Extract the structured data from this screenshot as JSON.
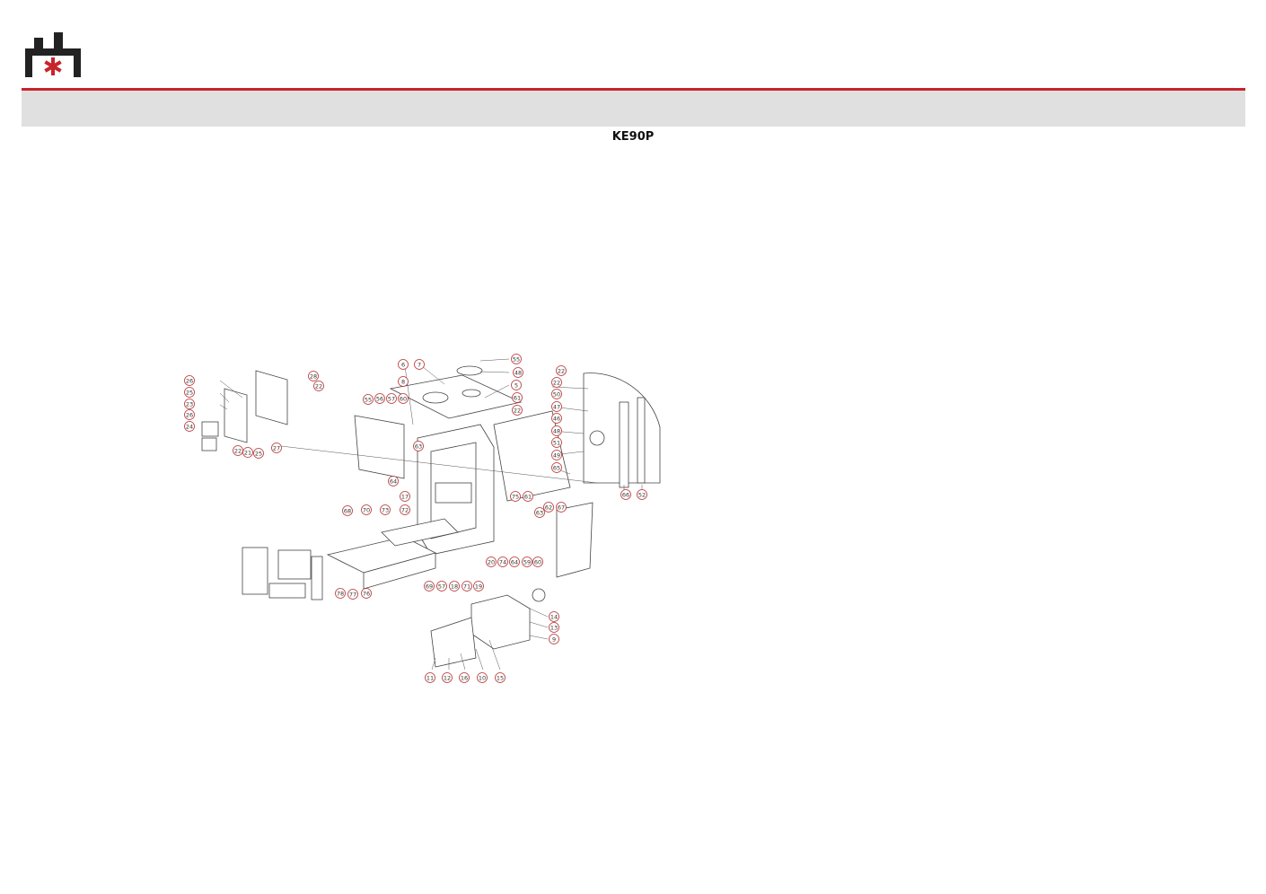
{
  "header": {
    "logo_name": "brand-logo",
    "accent_color": "#c8242b",
    "band_color": "#e0e0e0"
  },
  "document": {
    "model": "KE90P"
  },
  "diagram": {
    "callouts": [
      "26",
      "25",
      "23",
      "26",
      "24",
      "28",
      "22",
      "22",
      "21",
      "25",
      "27",
      "6",
      "7",
      "55",
      "48",
      "5",
      "61",
      "22",
      "8",
      "55",
      "56",
      "57",
      "60",
      "63",
      "64",
      "17",
      "22",
      "22",
      "50",
      "47",
      "46",
      "48",
      "51",
      "49",
      "65",
      "66",
      "52",
      "68",
      "70",
      "73",
      "72",
      "75",
      "61",
      "62",
      "67",
      "63",
      "64",
      "59",
      "60",
      "74",
      "20",
      "19",
      "71",
      "18",
      "57",
      "69",
      "78",
      "77",
      "76",
      "14",
      "13",
      "9",
      "11",
      "12",
      "16",
      "10",
      "15"
    ]
  }
}
